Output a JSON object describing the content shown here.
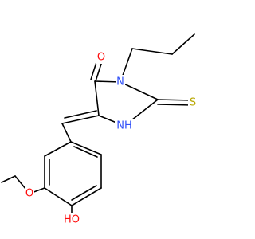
{
  "molecule": {
    "atoms": {
      "O_carbonyl": {
        "text": "O",
        "color": "#ff0d0d"
      },
      "N_ring": {
        "text": "N",
        "color": "#3050f8"
      },
      "NH_ring": {
        "text": "NH",
        "color": "#3050f8"
      },
      "S_thione": {
        "text": "S",
        "color": "#b8a700"
      },
      "O_ether": {
        "text": "O",
        "color": "#ff0d0d"
      },
      "OH_phenol": {
        "text": "HO",
        "color": "#ff0d0d"
      }
    }
  }
}
